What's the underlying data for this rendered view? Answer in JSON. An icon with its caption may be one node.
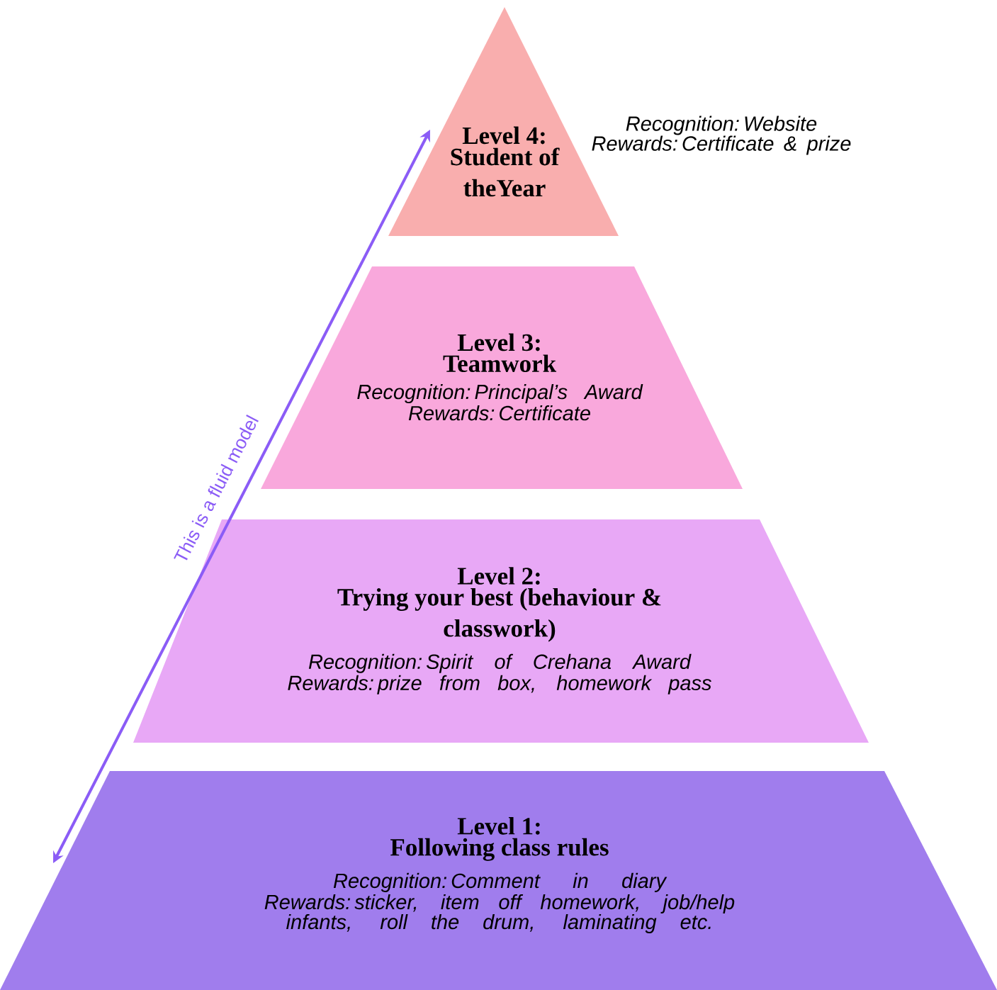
{
  "diagram": {
    "nodes": [
      {
        "text": [
          "Level 4:",
          "Student of theYear"
        ],
        "beside": [
          "Recognition: Website",
          "Rewards: Certificate & prize"
        ]
      },
      {
        "text": [
          "Level 3:",
          "Teamwork",
          "Recognition: Principal’s Award",
          "Rewards: Certificate"
        ]
      },
      {
        "text": [
          "Level 2:",
          "Trying your best (behaviour & classwork)",
          "Recognition: Spirit of Crehana Award",
          "Rewards: prize from box, homework pass"
        ]
      },
      {
        "text": [
          "Level 1:",
          "Following class rules",
          "Recognition: Comment in diary",
          "Rewards: sticker, item off homework, job/help infants, roll the drum, laminating etc."
        ]
      }
    ],
    "labels": [
      "This is a fluid model"
    ]
  }
}
